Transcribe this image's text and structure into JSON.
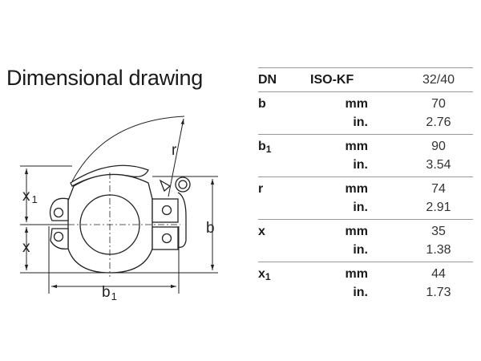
{
  "title": "Dimensional drawing",
  "drawing_labels": {
    "x1": "x",
    "x1_sub": "1",
    "x": "x",
    "b": "b",
    "b1": "b",
    "b1_sub": "1",
    "r": "r"
  },
  "table": {
    "header": {
      "dn": "DN",
      "standard": "ISO-KF",
      "size": "32/40"
    },
    "rows": [
      {
        "label": "b",
        "sub": "",
        "mm_unit": "mm",
        "mm": "70",
        "in_unit": "in.",
        "in": "2.76"
      },
      {
        "label": "b",
        "sub": "1",
        "mm_unit": "mm",
        "mm": "90",
        "in_unit": "in.",
        "in": "3.54"
      },
      {
        "label": "r",
        "sub": "",
        "mm_unit": "mm",
        "mm": "74",
        "in_unit": "in.",
        "in": "2.91"
      },
      {
        "label": "x",
        "sub": "",
        "mm_unit": "mm",
        "mm": "35",
        "in_unit": "in.",
        "in": "1.38"
      },
      {
        "label": "x",
        "sub": "1",
        "mm_unit": "mm",
        "mm": "44",
        "in_unit": "in.",
        "in": "1.73"
      }
    ]
  }
}
